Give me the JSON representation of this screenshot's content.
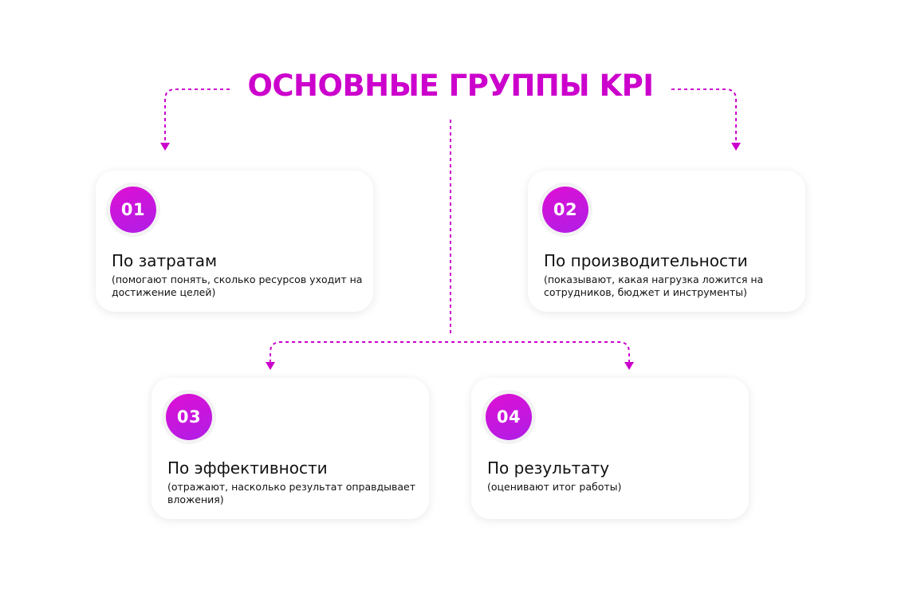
{
  "title": "ОСНОВНЫЕ ГРУППЫ KPI",
  "colors": {
    "accent": "#cc00cc",
    "badge_start": "#de0fd4",
    "badge_end": "#b01ee6",
    "text": "#111111"
  },
  "cards": [
    {
      "number": "01",
      "title": "По затратам",
      "description": "(помогают понять, сколько ресурсов уходит на достижение целей)"
    },
    {
      "number": "02",
      "title": "По производительности",
      "description": "(показывают, какая нагрузка ложится на сотрудников, бюджет и инструменты)"
    },
    {
      "number": "03",
      "title": "По эффективности",
      "description": "(отражают, насколько результат оправдывает вложения)"
    },
    {
      "number": "04",
      "title": "По результату",
      "description": "(оценивают итог работы)"
    }
  ]
}
